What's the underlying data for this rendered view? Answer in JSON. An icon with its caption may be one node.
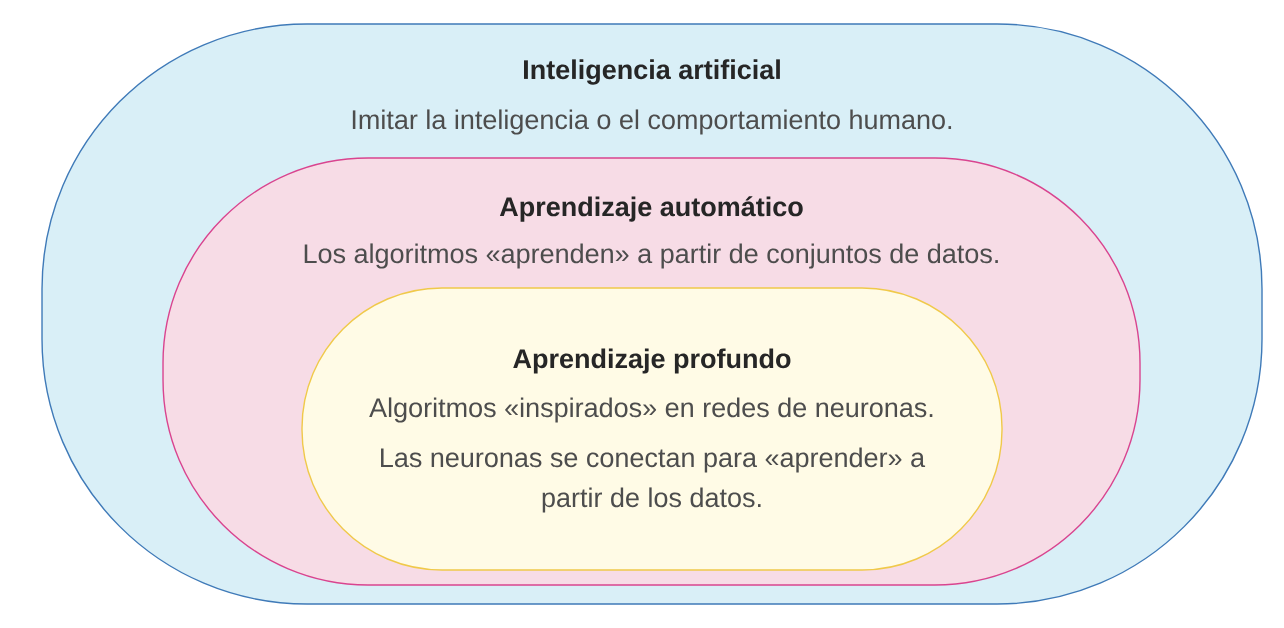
{
  "diagram": {
    "nodes": [
      {
        "text": [
          "Inteligencia artificial",
          "Imitar la inteligencia o el comportamiento humano."
        ]
      },
      {
        "text": [
          "Aprendizaje automático",
          "Los algoritmos «aprenden» a partir de conjuntos de datos."
        ],
        "in": 0
      },
      {
        "text": [
          "Aprendizaje profundo",
          "Algoritmos «inspirados» en redes de neuronas.",
          "Las neuronas se conectan para «aprender» a partir de los datos."
        ],
        "in": 1
      }
    ]
  }
}
